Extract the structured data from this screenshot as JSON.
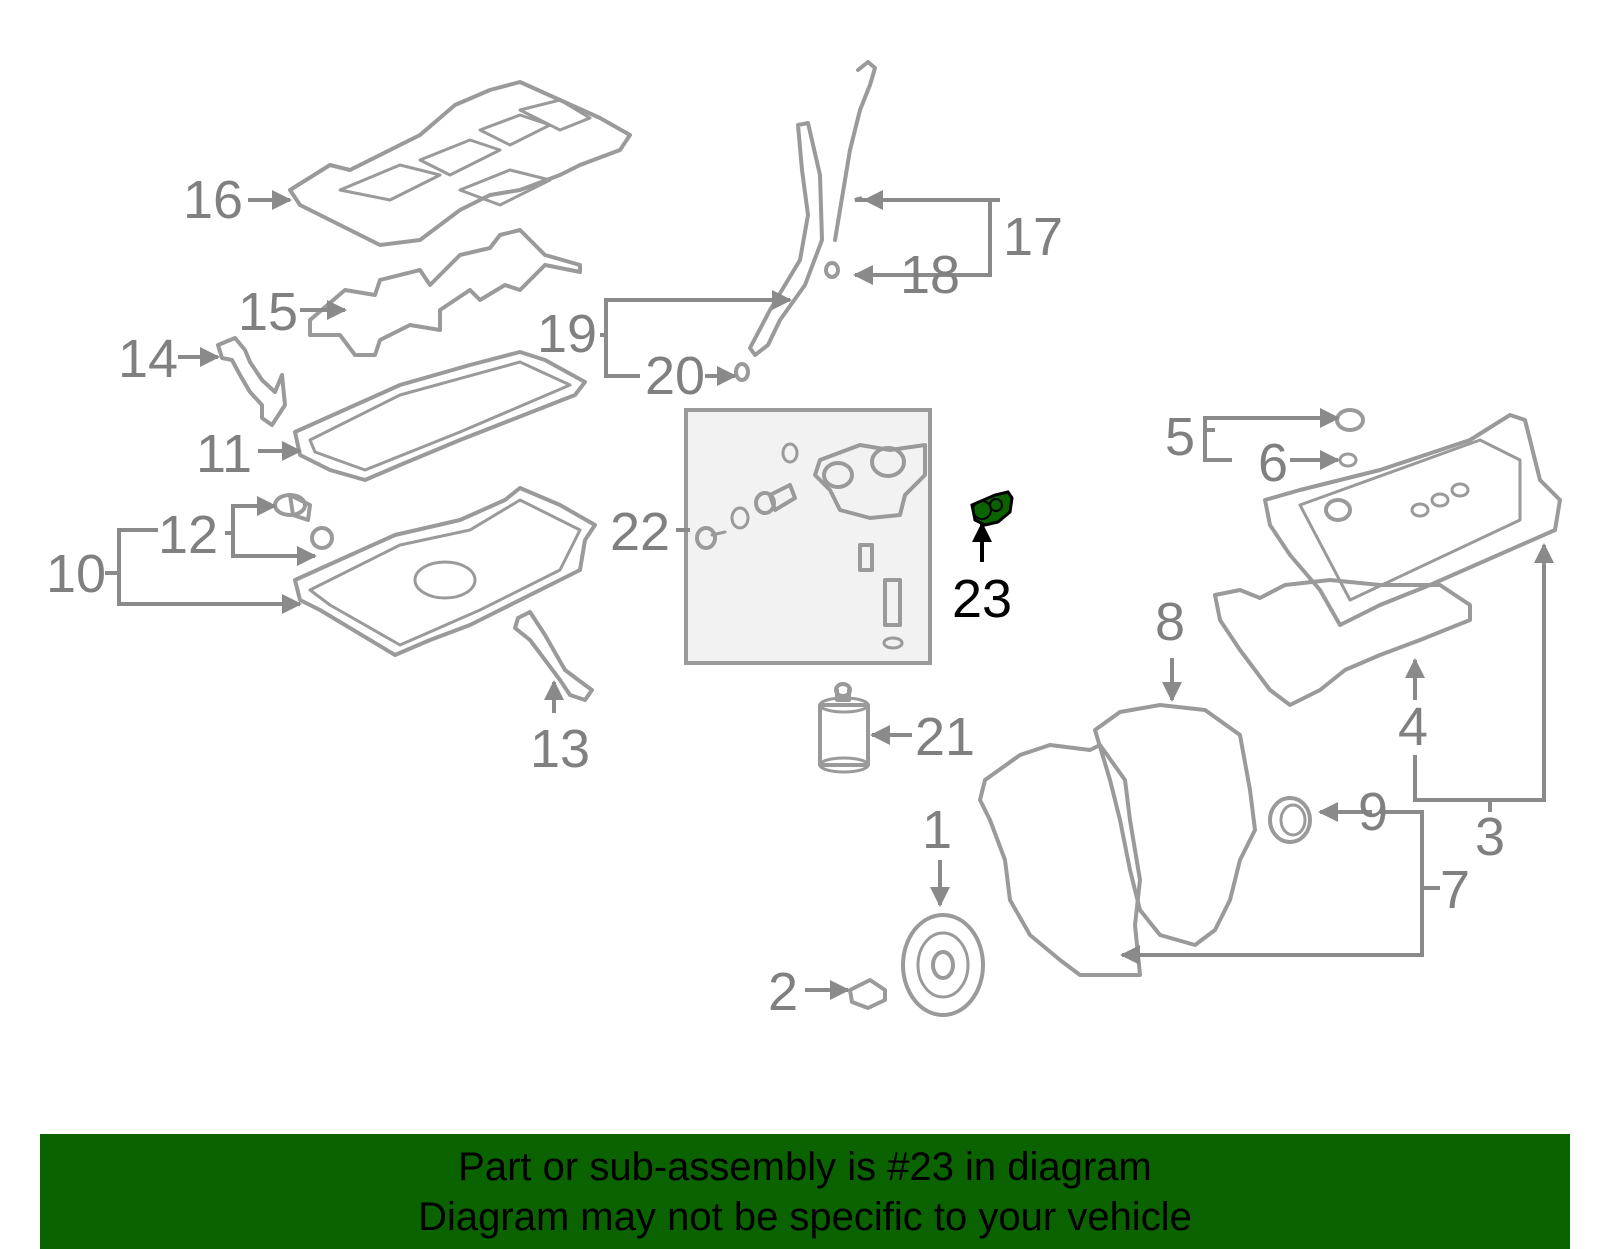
{
  "diagram": {
    "callouts": [
      "1",
      "2",
      "3",
      "4",
      "5",
      "6",
      "7",
      "8",
      "9",
      "10",
      "11",
      "12",
      "13",
      "14",
      "15",
      "16",
      "17",
      "18",
      "19",
      "20",
      "21",
      "22",
      "23"
    ],
    "highlighted_part": "23",
    "highlight_color": "#0b6300"
  },
  "banner": {
    "line1": "Part or sub-assembly is #23 in diagram",
    "line2": "Diagram may not be specific to your vehicle",
    "background": "#0b6300"
  }
}
